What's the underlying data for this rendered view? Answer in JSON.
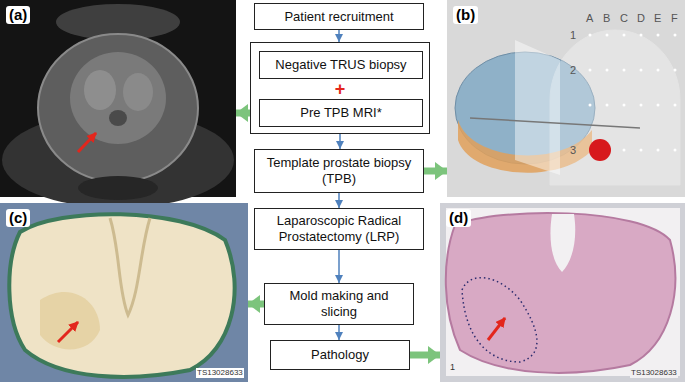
{
  "diagram": {
    "nodes": [
      {
        "text": [
          "Patient recruitment"
        ]
      },
      {
        "text": [
          "+"
        ]
      },
      {
        "text": [
          "Negative TRUS biopsy"
        ],
        "in": 1
      },
      {
        "text": [
          "Pre TPB MRI*"
        ],
        "in": 1
      },
      {
        "text": [
          "Template prostate biopsy (TPB)"
        ]
      },
      {
        "text": [
          "Laparoscopic Radical Prostatectomy (LRP)"
        ]
      },
      {
        "text": [
          "Mold making and slicing"
        ]
      },
      {
        "text": [
          "Pathology"
        ]
      },
      {
        "text": [
          "(a)"
        ]
      },
      {
        "text": [
          "(b)"
        ]
      },
      {
        "text": [
          "(c)"
        ]
      },
      {
        "text": [
          "(d)"
        ]
      }
    ],
    "edges": [
      {
        "from": 0,
        "to": 1,
        "arrow": "to"
      },
      {
        "from": 1,
        "to": 4,
        "arrow": "to"
      },
      {
        "from": 4,
        "to": 5,
        "arrow": "to"
      },
      {
        "from": 5,
        "to": 6,
        "arrow": "to"
      },
      {
        "from": 6,
        "to": 7,
        "arrow": "to"
      },
      {
        "from": 3,
        "to": 8,
        "arrow": "to"
      },
      {
        "from": 4,
        "to": 9,
        "arrow": "to"
      },
      {
        "from": 6,
        "to": 10,
        "arrow": "to"
      },
      {
        "from": 7,
        "to": 11,
        "arrow": "to"
      }
    ],
    "labels": [
      "A",
      "B",
      "C",
      "D",
      "E",
      "F",
      "1",
      "2",
      "3",
      "TS13028633",
      "1",
      "TS13028633"
    ]
  }
}
